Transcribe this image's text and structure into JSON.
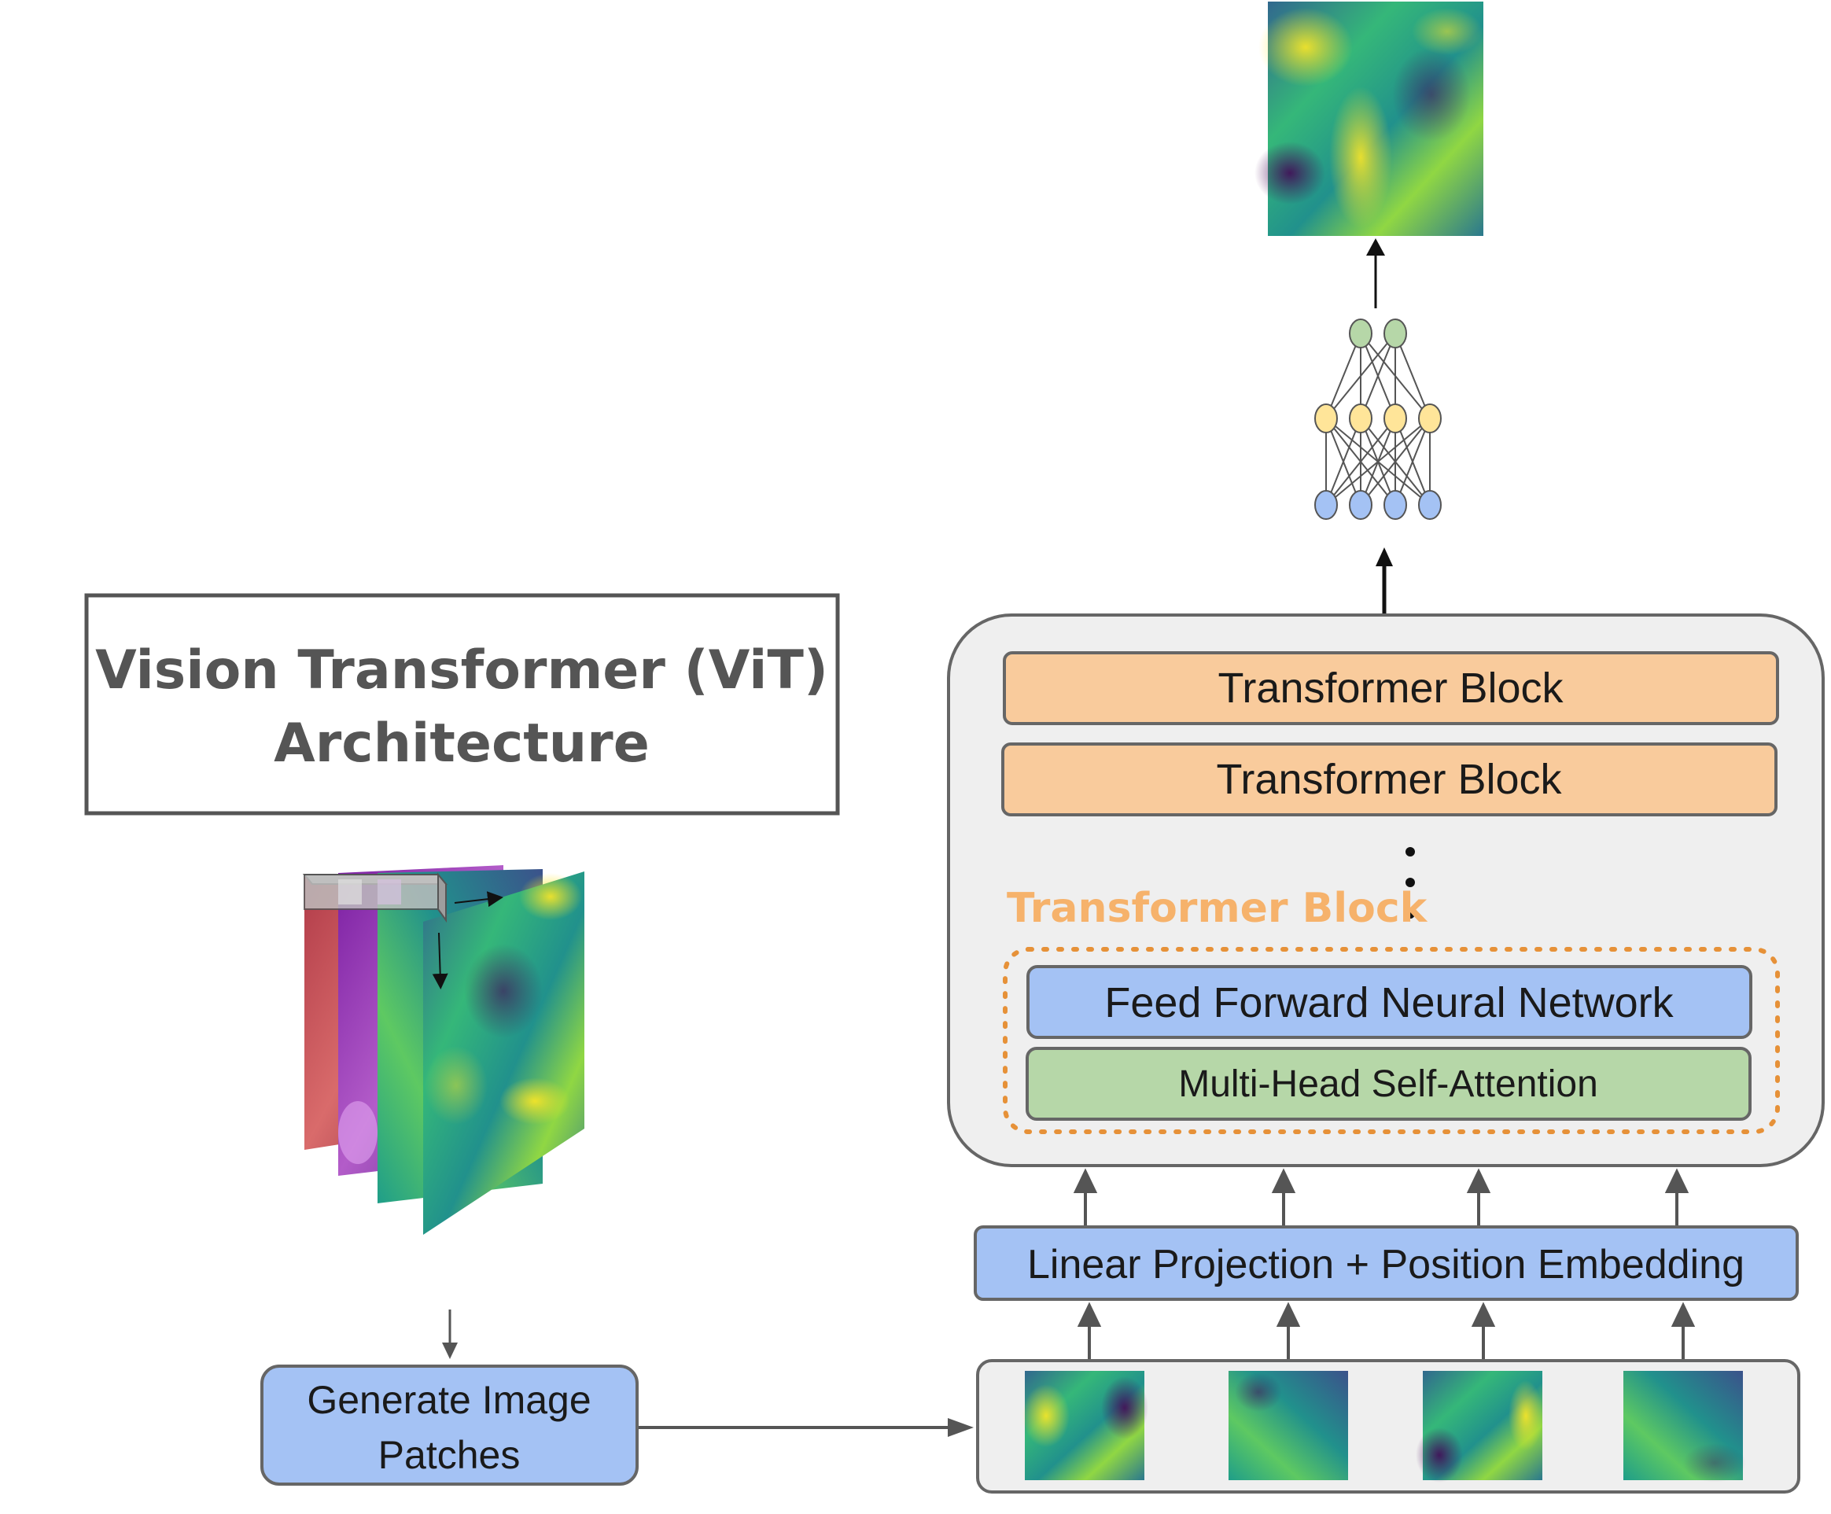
{
  "title": {
    "line1": "Vision Transformer (ViT)",
    "line2": "Architecture"
  },
  "generate_box": {
    "line1": "Generate Image",
    "line2": "Patches"
  },
  "projection_label": "Linear Projection + Position Embedding",
  "transformer_blocks": [
    "Transformer Block",
    "Transformer Block"
  ],
  "transformer_block_label": "Transformer Block",
  "ffn_label": "Feed Forward Neural Network",
  "attention_label": "Multi-Head Self-Attention",
  "colors": {
    "orange_block": "#f9cb9c",
    "blue_block": "#a4c2f4",
    "green_block": "#b6d7a8",
    "dotted_orange": "#e69138",
    "container": "#efefef",
    "node_green": "#b6d7a8",
    "node_yellow": "#ffe599",
    "node_blue": "#a4c2f4"
  },
  "icons": {
    "output_image": "viridis-field-image",
    "neural_net": "neural-network-icon",
    "input_stack": "stacked-channel-images",
    "patches": "viridis-patch-images"
  }
}
